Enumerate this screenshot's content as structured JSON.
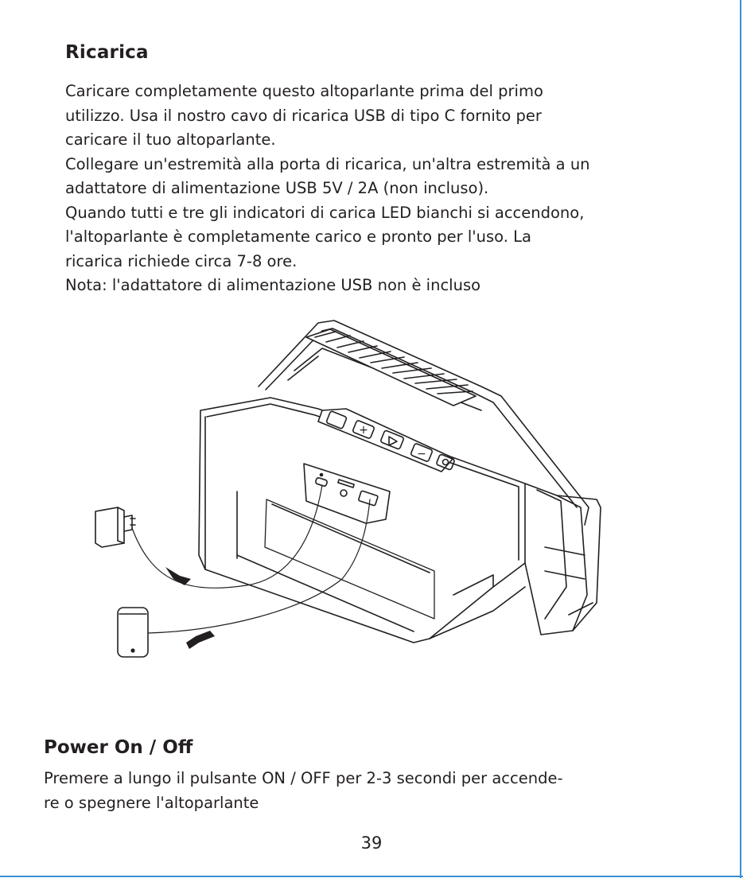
{
  "section1": {
    "title": "Ricarica",
    "lines": [
      "Caricare completamente questo altoparlante prima del primo",
      "utilizzo. Usa il nostro cavo di ricarica USB di tipo C fornito per",
      "caricare il tuo altoparlante.",
      "Collegare un'estremità alla porta di ricarica, un'altra estremità a un",
      "adattatore di alimentazione USB 5V / 2A (non incluso).",
      "Quando tutti e tre gli indicatori di carica LED bianchi si accendono,",
      "l'altoparlante è completamente carico e pronto per l'uso. La",
      "ricarica richiede circa 7-8 ore.",
      "Nota: l'adattatore di alimentazione USB non è incluso"
    ]
  },
  "figure": {
    "button_glyphs": [
      "+",
      "−"
    ],
    "icons": [
      "power-adapter-icon",
      "smartphone-icon",
      "speaker-illustration"
    ]
  },
  "section2": {
    "title": "Power On / Off",
    "lines": [
      "Premere a lungo il pulsante ON / OFF per 2-3 secondi per accende-",
      "re o spegnere l'altoparlante"
    ]
  },
  "page_number": "39",
  "colors": {
    "text": "#231f20",
    "page_edge": "#3b8fd4"
  }
}
